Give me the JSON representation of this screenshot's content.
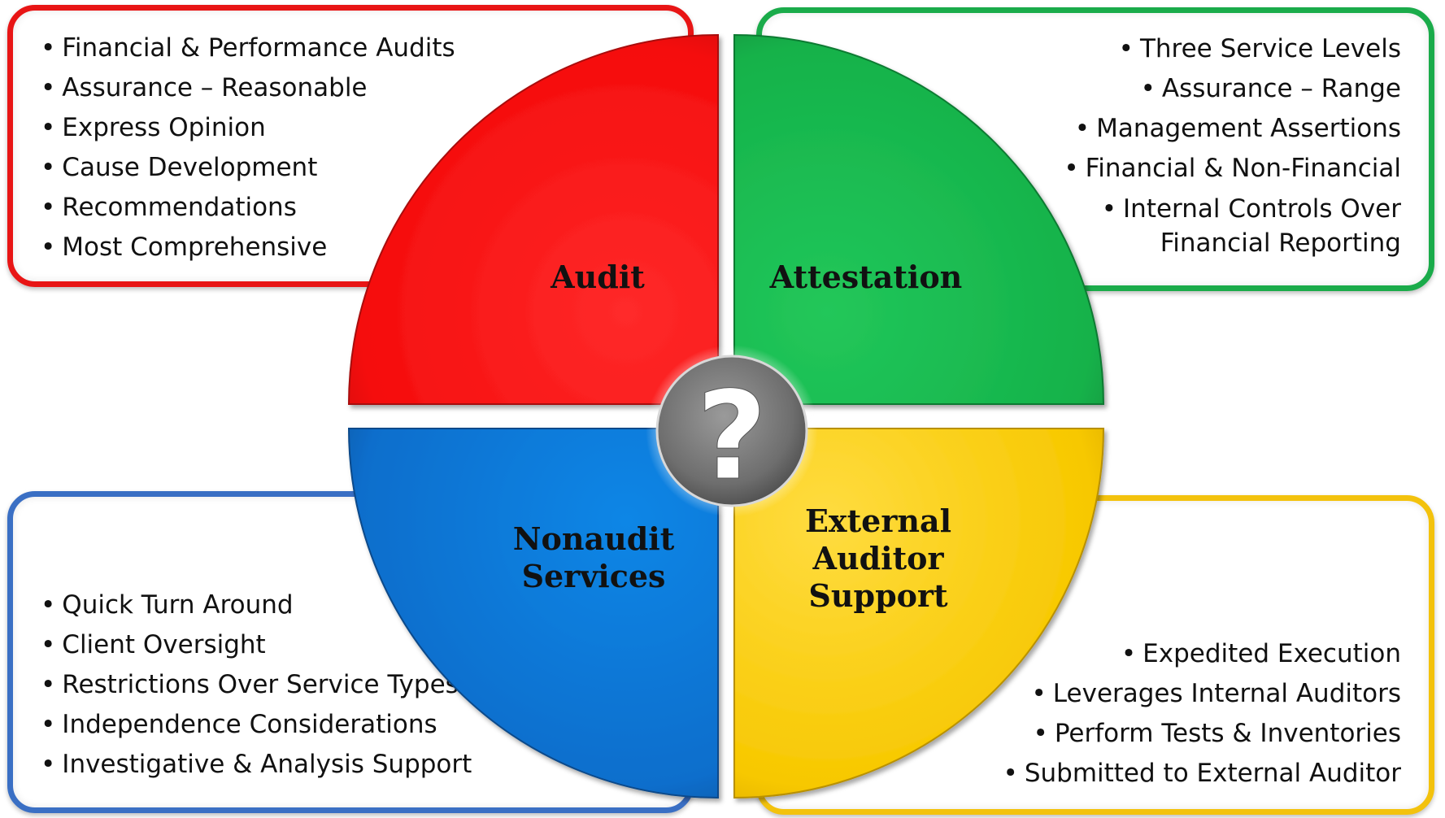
{
  "quadrants": {
    "audit": {
      "label": "Audit",
      "color": "#e81515",
      "bullets": [
        "Financial & Performance Audits",
        "Assurance – Reasonable",
        "Express Opinion",
        "Cause Development",
        "Recommendations",
        "Most Comprehensive"
      ]
    },
    "attestation": {
      "label": "Attestation",
      "color": "#1aab4a",
      "bullets": [
        "Three Service Levels",
        "Assurance – Range",
        "Management Assertions",
        "Financial & Non-Financial",
        "Internal Controls Over",
        "Financial Reporting"
      ]
    },
    "nonaudit": {
      "label_line1": "Nonaudit",
      "label_line2": "Services",
      "color": "#0a6ecc",
      "bullets": [
        "Quick Turn Around",
        "Client Oversight",
        "Restrictions Over Service Types",
        "Independence Considerations",
        "Investigative & Analysis Support"
      ]
    },
    "external": {
      "label_line1": "External",
      "label_line2": "Auditor",
      "label_line3": "Support",
      "color": "#f7c800",
      "bullets": [
        "Expedited Execution",
        "Leverages Internal Auditors",
        "Perform Tests & Inventories",
        "Submitted to External Auditor"
      ]
    }
  },
  "center": {
    "glyph": "?",
    "icon": "question-mark-icon"
  },
  "bullet_glyph": "•"
}
